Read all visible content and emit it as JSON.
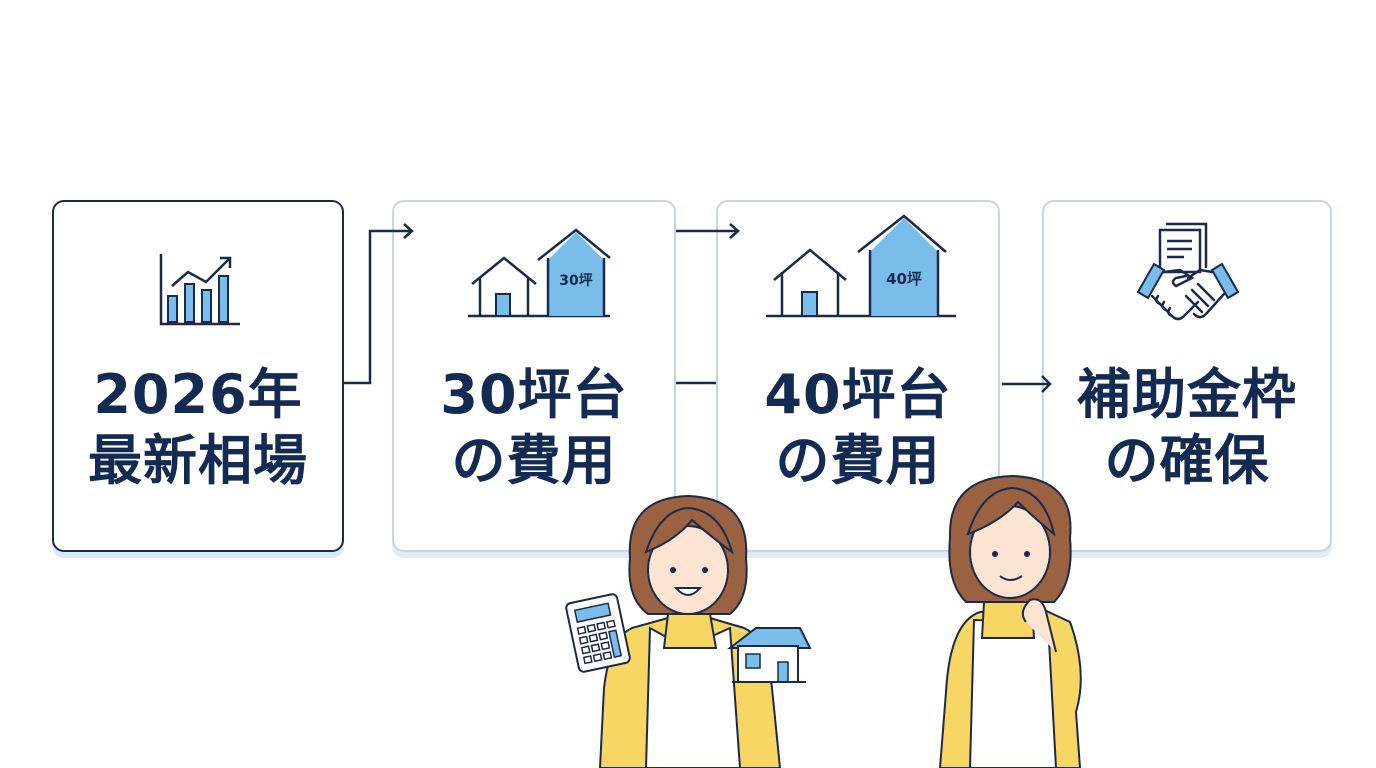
{
  "colors": {
    "navy": "#132a52",
    "line": "#1b2a4a",
    "accent_blue": "#7bbdea",
    "card_border_light": "#c5d6e8",
    "hair": "#9a6240",
    "skin": "#fde3d2",
    "shirt": "#f8d664"
  },
  "steps": [
    {
      "line1": "2026年",
      "line2": "最新相場",
      "icon": "bar-chart-trend-icon"
    },
    {
      "line1": "30坪台",
      "line2": "の費用",
      "icon": "house-size-icon",
      "badge": "30坪"
    },
    {
      "line1": "40坪台",
      "line2": "の費用",
      "icon": "house-size-icon",
      "badge": "40坪"
    },
    {
      "line1": "補助金枠",
      "line2": "の確保",
      "icon": "handshake-document-icon"
    }
  ],
  "characters": [
    {
      "name": "woman-with-calculator-and-house"
    },
    {
      "name": "woman-thinking"
    }
  ]
}
